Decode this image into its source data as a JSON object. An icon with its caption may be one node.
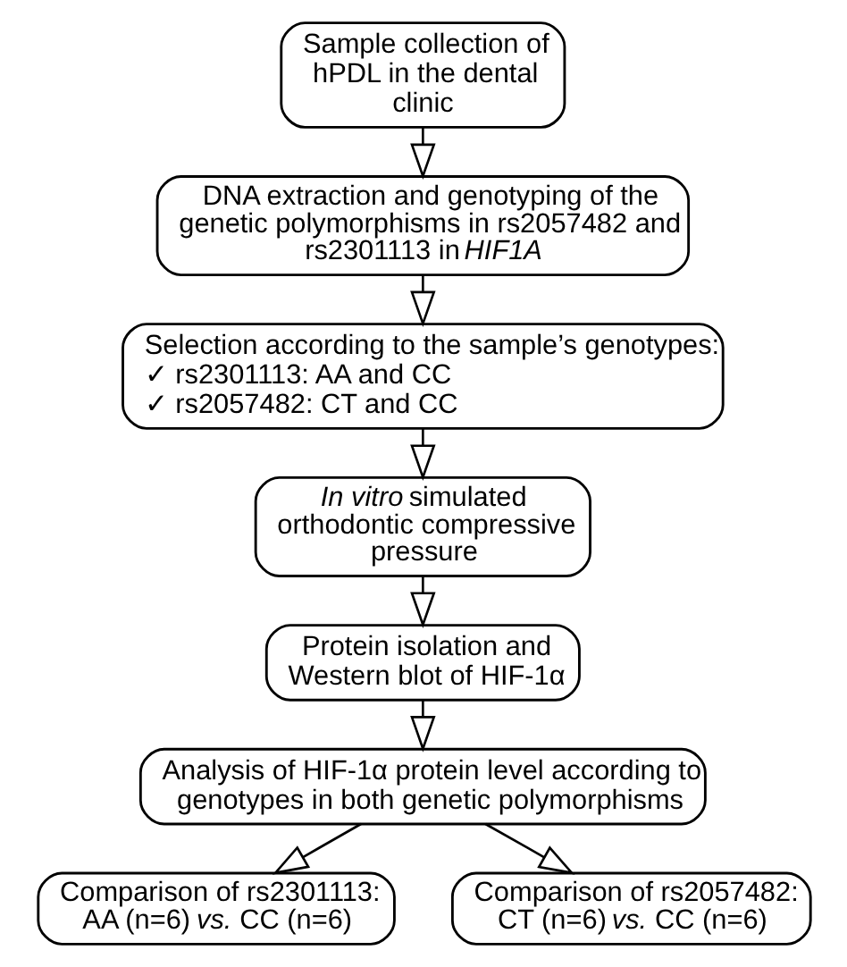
{
  "diagram": {
    "nodes": [
      {
        "text": [
          "Sample collection of hPDL in the dental clinic"
        ]
      },
      {
        "text": [
          "DNA extraction and genotyping of the genetic polymorphisms in rs2057482 and rs2301113 in *HIF1A*"
        ]
      },
      {
        "text": [
          "Selection according to the sample’s genotypes:",
          "✓ rs2301113: AA and CC",
          "✓ rs2057482: CT and CC"
        ]
      },
      {
        "text": [
          "*In vitro* simulated orthodontic compressive pressure"
        ]
      },
      {
        "text": [
          "Protein isolation and Western blot of HIF-1α"
        ]
      },
      {
        "text": [
          "Analysis of HIF-1α protein level according to genotypes in both genetic polymorphisms"
        ]
      },
      {
        "text": [
          "Comparison of rs2301113: AA (n=6) *vs.* CC (n=6)"
        ]
      },
      {
        "text": [
          "Comparison of rs2057482: CT (n=6) *vs.* CC (n=6)"
        ]
      }
    ],
    "edges": [
      {
        "from": 0,
        "to": 1,
        "arrow": "to"
      },
      {
        "from": 1,
        "to": 2,
        "arrow": "to"
      },
      {
        "from": 2,
        "to": 3,
        "arrow": "to"
      },
      {
        "from": 3,
        "to": 4,
        "arrow": "to"
      },
      {
        "from": 4,
        "to": 5,
        "arrow": "to"
      },
      {
        "from": 5,
        "to": 6,
        "arrow": "to"
      },
      {
        "from": 5,
        "to": 7,
        "arrow": "to"
      }
    ]
  }
}
